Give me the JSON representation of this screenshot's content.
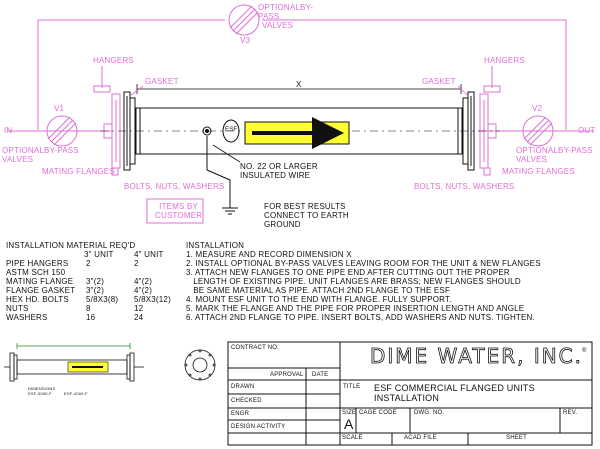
{
  "labels": {
    "optional_bypass_top": "OPTIONAL BY-PASS VALVES",
    "optional_bypass_top_l1": "OPTIONALBY-PASS",
    "optional_bypass_top_l2": "VALVES",
    "v3": "V3",
    "hangers_left": "HANGERS",
    "hangers_right": "HANGERS",
    "gasket_left": "GASKET",
    "gasket_right": "GASKET",
    "x_dim": "X",
    "v1": "V1",
    "v2": "V2",
    "in": "IN",
    "out": "OUT",
    "bypass_left_l1": "OPTIONALBY-PASS",
    "bypass_left_l2": "VALVES",
    "bypass_right_l1": "OPTIONALBY-PASS",
    "bypass_right_l2": "VALVES",
    "mating_left": "MATING FLANGES",
    "mating_right": "MATING FLANGES",
    "bolts_left": "BOLTS, NUTS, WASHERS",
    "bolts_right": "BOLTS, NUTS, WASHERS",
    "esf_badge": "ESF",
    "wire_l1": "No. 22 OR LARGER",
    "wire_l2": "INSULATED WIRE",
    "items_l1": "ITEMS BY",
    "items_l2": "CUSTOMER",
    "ground_l1": "FOR BEST RESULTS",
    "ground_l2": "CONNECT TO EARTH",
    "ground_l3": "GROUND"
  },
  "materials": {
    "title": "INSTALLATION MATERIAL  REQ'D",
    "col_3": "3\" UNIT",
    "col_4": "4\" UNIT",
    "rows": [
      {
        "name": "PIPE HANGERS",
        "v3": "2",
        "v4": "2"
      },
      {
        "name": "ASTM SCH 150",
        "v3": "",
        "v4": ""
      },
      {
        "name": "MATING FLANGE",
        "v3": "3\"(2)",
        "v4": "4\"(2)"
      },
      {
        "name": "FLANGE GASKET",
        "v3": "3\"(2)",
        "v4": "4\"(2)"
      },
      {
        "name": "HEX HD. BOLTS",
        "v3": "5/8X3(8)",
        "v4": "5/8X3(12)"
      },
      {
        "name": "NUTS",
        "v3": "8",
        "v4": "12"
      },
      {
        "name": "WASHERS",
        "v3": "16",
        "v4": "24"
      }
    ]
  },
  "installation": {
    "title": "INSTALLATION",
    "lines": [
      "1. MEASURE AND RECORD DIMENSION X",
      "2. INSTALL OPTIONAL BY-PASS VALVES LEAVING ROOM FOR THE UNIT & NEW FLANGES",
      "3. ATTACH NEW FLANGES TO ONE PIPE END AFTER CUTTING OUT THE PROPER",
      "   LENGTH OF EXISTING PIPE. UNIT FLANGES ARE BRASS; NEW FLANGES SHOULD",
      "   BE SAME MATERIAL AS PIPE. ATTACH 2nd FLANGE TO THE ESF",
      "4. MOUNT ESF UNIT TO THE END WITH FLANGE. FULLY SUPPORT.",
      "5. MARK THE FLANGE AND THE PIPE FOR PROPER INSERTION LENGTH AND ANGLE",
      "6. ATTACH 2nd FLANGE TO PIPE. INSERT BOLTS, ADD WASHERS AND NUTS. TIGHTEN."
    ]
  },
  "title_block": {
    "contract_no": "CONTRACT NO.",
    "approval": "APPROVAL",
    "date": "DATE",
    "drawn": "DRAWN",
    "checked": "CHECKED",
    "engr": "ENGR",
    "design_activity": "DESIGN ACTIVITY",
    "company": "DIME WATER, INC.",
    "reg": "®",
    "title_label": "TITLE",
    "title_l1": "ESF COMMERCIAL FLANGED UNITS",
    "title_l2": "INSTALLATION",
    "size_label": "SIZE",
    "size_value": "A",
    "cage_code": "CAGE CODE",
    "dwg_no": "DWG. NO.",
    "rev": "REV.",
    "scale": "SCALE",
    "acad_file": "ACAD FILE",
    "sheet": "SHEET"
  },
  "thumbnail": {
    "dims": "DIMENSIONS",
    "col_a": "ESF-3000-F",
    "col_b": "ESF-4000-F"
  },
  "colors": {
    "pink": "#e06fd6",
    "yellow": "#ffff33",
    "line": "#111111"
  }
}
